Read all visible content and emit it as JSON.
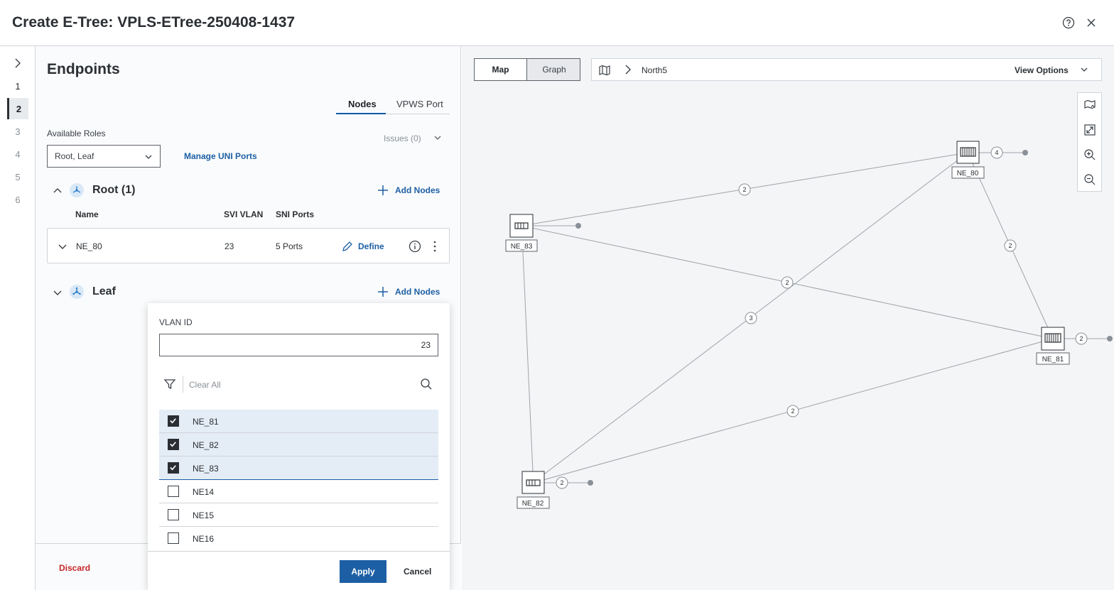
{
  "header": {
    "title": "Create E-Tree: VPLS-ETree-250408-1437"
  },
  "steps": [
    "1",
    "2",
    "3",
    "4",
    "5",
    "6"
  ],
  "endpoints": {
    "title": "Endpoints",
    "tabs": [
      "Nodes",
      "VPWS Port"
    ],
    "available_roles_label": "Available Roles",
    "available_roles_value": "Root, Leaf",
    "manage_uni_ports": "Manage UNI Ports",
    "issues": "Issues (0)",
    "root": {
      "title": "Root (1)",
      "add_nodes": "Add Nodes",
      "columns": [
        "Name",
        "SVI VLAN",
        "SNI Ports"
      ],
      "row": {
        "name": "NE_80",
        "svi_vlan": "23",
        "sni_ports": "5 Ports",
        "define": "Define"
      }
    },
    "leaf": {
      "title": "Leaf",
      "add_nodes": "Add Nodes"
    },
    "discard": "Discard"
  },
  "popover": {
    "vlan_label": "VLAN ID",
    "vlan_value": "23",
    "clear_all": "Clear All",
    "items": [
      {
        "name": "NE_81",
        "checked": true
      },
      {
        "name": "NE_82",
        "checked": true
      },
      {
        "name": "NE_83",
        "checked": true
      },
      {
        "name": "NE14",
        "checked": false
      },
      {
        "name": "NE15",
        "checked": false
      },
      {
        "name": "NE16",
        "checked": false
      }
    ],
    "apply": "Apply",
    "cancel": "Cancel"
  },
  "map": {
    "view_modes": [
      "Map",
      "Graph"
    ],
    "location": "North5",
    "view_options": "View Options",
    "nodes": {
      "ne80": "NE_80",
      "ne81": "NE_81",
      "ne82": "NE_82",
      "ne83": "NE_83"
    },
    "link_counts": {
      "ne83_ne80": "2",
      "ne80_ne81": "2",
      "ne83_ne81": "2",
      "ne80_ne82": "3",
      "ne82_ne81": "2",
      "ne80_port": "4",
      "ne81_port": "2",
      "ne82_port": "2",
      "center_crossing": "2"
    }
  },
  "colors": {
    "accent": "#1d5fa5",
    "danger": "#c62828",
    "selected_row": "#e4ecf6"
  }
}
